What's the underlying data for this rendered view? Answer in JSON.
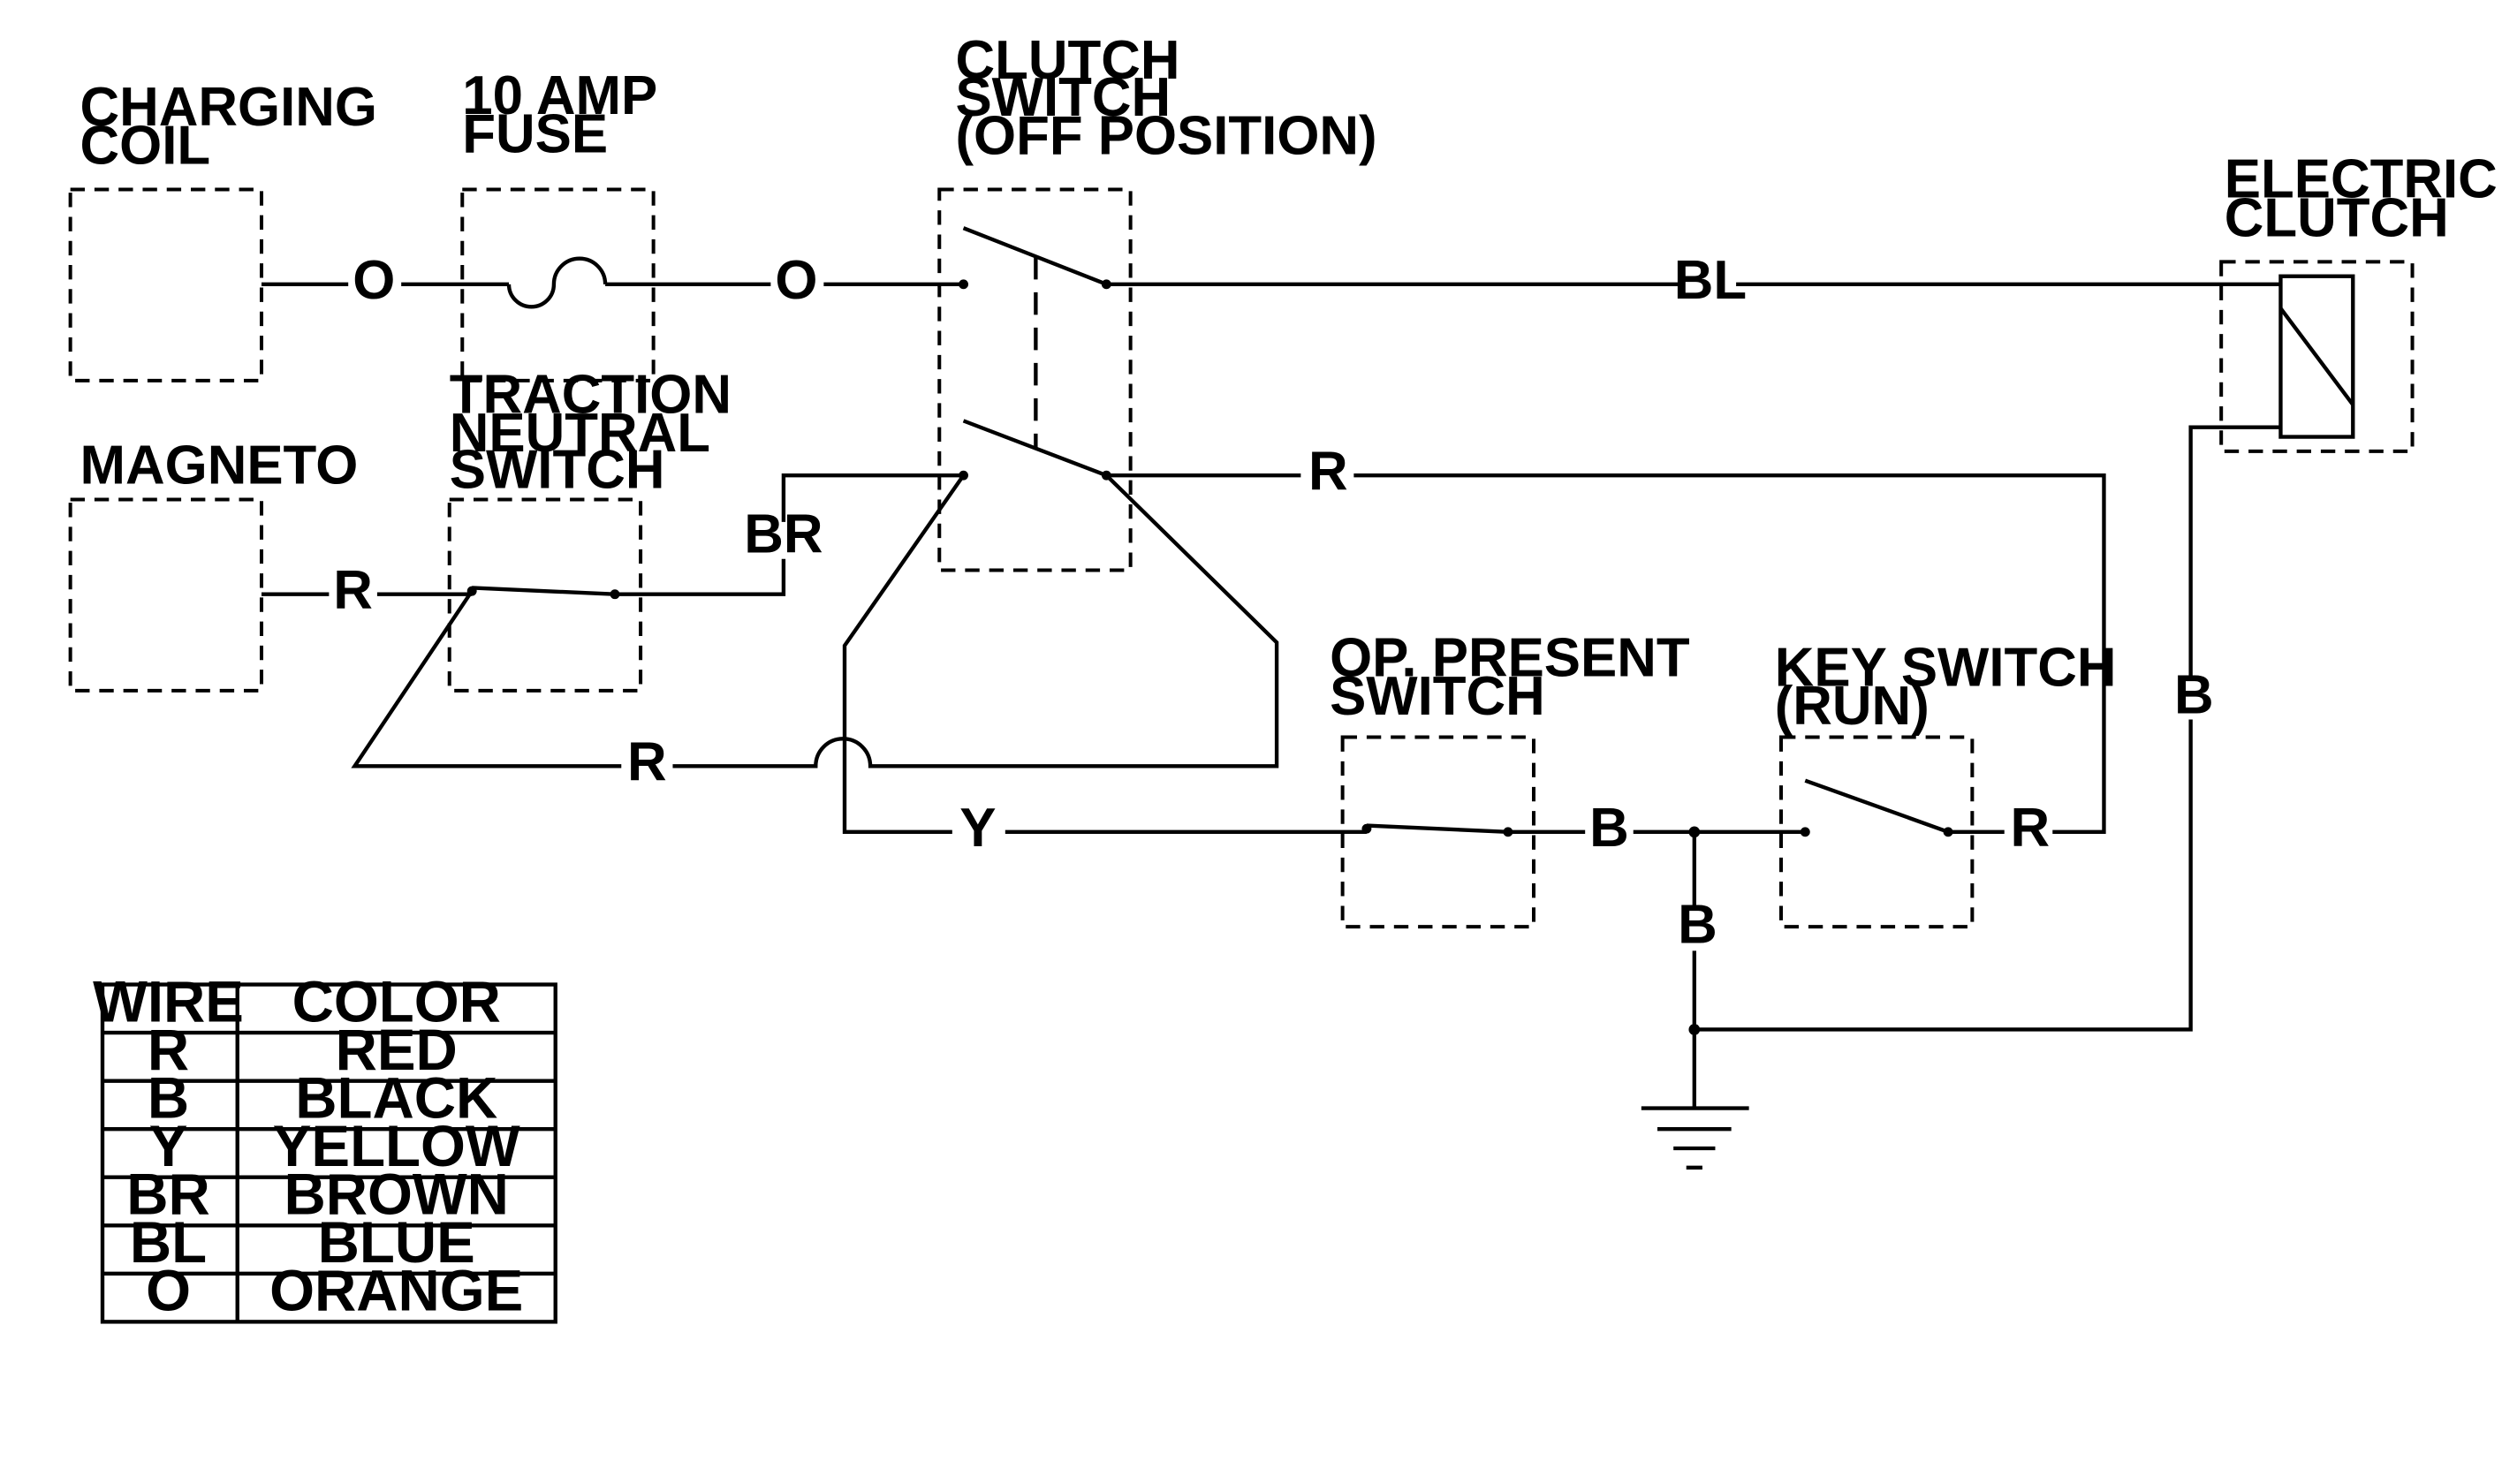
{
  "components": {
    "charging_coil": [
      "CHARGING",
      "COIL"
    ],
    "fuse": [
      "10 AMP",
      "FUSE"
    ],
    "clutch_switch": [
      "CLUTCH",
      "SWITCH",
      "(OFF POSITION)"
    ],
    "electric_clutch": [
      "ELECTRIC",
      "CLUTCH"
    ],
    "magneto": [
      "MAGNETO"
    ],
    "traction_neutral_switch": [
      "TRACTION",
      "NEUTRAL",
      "SWITCH"
    ],
    "op_present_switch": [
      "OP. PRESENT",
      "SWITCH"
    ],
    "key_switch": [
      "KEY SWITCH",
      "(RUN)"
    ]
  },
  "wire_labels": {
    "coil_fuse": "O",
    "fuse_clutch": "O",
    "clutch_electric": "BL",
    "clutch_key": "R",
    "neutral_clutch": "BR",
    "magneto_neutral": "R",
    "crossover": "R",
    "yellow": "Y",
    "op_key": "B",
    "ground_drop": "B",
    "key_out": "R",
    "electric_ground": "B"
  },
  "legend": {
    "headers": [
      "WIRE",
      "COLOR"
    ],
    "rows": [
      [
        "R",
        "RED"
      ],
      [
        "B",
        "BLACK"
      ],
      [
        "Y",
        "YELLOW"
      ],
      [
        "BR",
        "BROWN"
      ],
      [
        "BL",
        "BLUE"
      ],
      [
        "O",
        "ORANGE"
      ]
    ]
  }
}
